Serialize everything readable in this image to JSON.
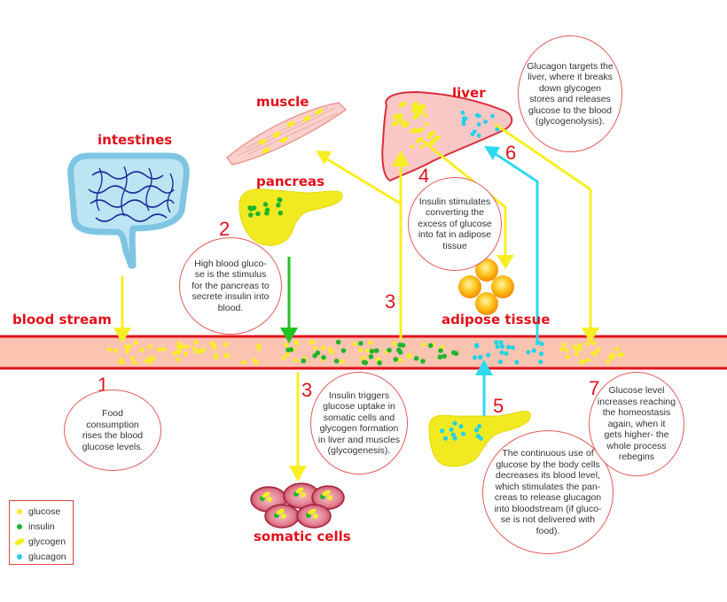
{
  "colors": {
    "glucose": "#f7ec2c",
    "insulin": "#1fb52a",
    "glycogen": "#f4ef24",
    "glucagon": "#21d3e6",
    "label_red": "#e0121b",
    "blood_fill": "#fbc4b0",
    "arrow_yellow": "#f7ef23",
    "arrow_green": "#22c21f",
    "arrow_cyan": "#2ed9ee"
  },
  "labels": {
    "intestines": "intestines",
    "muscle": "muscle",
    "liver": "liver",
    "pancreas": "pancreas",
    "blood_stream": "blood stream",
    "adipose_tissue": "adipose tissue",
    "somatic_cells": "somatic cells"
  },
  "step_numbers": {
    "n1": "1",
    "n2": "2",
    "n3a": "3",
    "n3b": "3",
    "n4": "4",
    "n5": "5",
    "n6": "6",
    "n7": "7"
  },
  "bubbles": {
    "b1": "Food\nconsumption\nrises the blood\nglucose levels.",
    "b2": "High blood gluco-\nse is the stimulus\nfor the pancreas to\nsecrete insulin into\nblood.",
    "b3": "Insulin triggers\nglucose uptake in\nsomatic cells and\nglycogen formation\nin liver and muscles\n(glycogenesis).",
    "b4": "Insulin stimulates\nconverting the\nexcess of glucose\ninto fat in adipose\ntissue",
    "b5": "The continuous use of\nglucose by the body cells\ndecreases its blood level,\nwhich stimulates the pan-\ncreas to release glucagon\ninto bloodstream (if gluco-\nse is not delivered with\nfood).",
    "b6": "Glucagon targets the\nliver, where it breaks\ndown glycogen\nstores and releases\nglucose to the blood\n(glycogenolysis).",
    "b7": "Glucose level\nincreases reaching\nthe homeostasis\nagain, when it\ngets higher- the\nwhole process\nrebegins"
  },
  "legend": [
    {
      "label": "glucose",
      "icon": "yellow-dot"
    },
    {
      "label": "insulin",
      "icon": "green-dot"
    },
    {
      "label": "glycogen",
      "icon": "yellow-ellipse"
    },
    {
      "label": "glucagon",
      "icon": "cyan-dot"
    }
  ]
}
